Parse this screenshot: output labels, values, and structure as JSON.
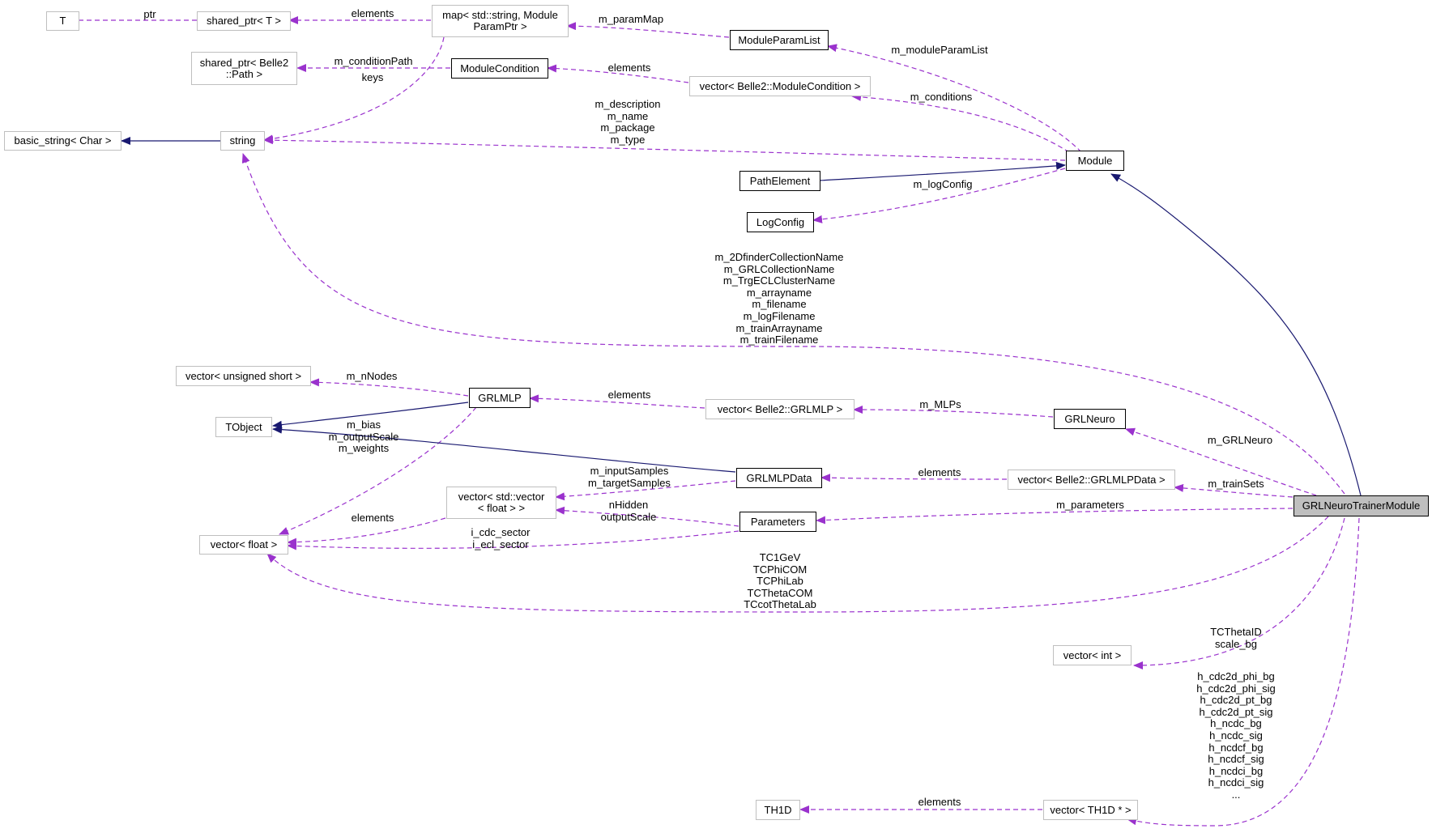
{
  "diagram": {
    "title": "GRLNeuroTrainerModule collaboration graph",
    "colors": {
      "inheritance_edge": "#191970",
      "usage_edge": "#9a32cd",
      "documented_border": "#000000",
      "undocumented_border": "#bfbfbf",
      "focus_fill": "#bfbfbf"
    },
    "nodes": {
      "T": "T",
      "shared_ptr_T": "shared_ptr< T >",
      "map_param": "map< std::string, Module\nParamPtr >",
      "ModuleParamList": "ModuleParamList",
      "shared_ptr_path": "shared_ptr< Belle2\n::Path >",
      "ModuleCondition": "ModuleCondition",
      "vector_modcond": "vector< Belle2::ModuleCondition >",
      "basic_string": "basic_string< Char >",
      "string": "string",
      "Module": "Module",
      "PathElement": "PathElement",
      "LogConfig": "LogConfig",
      "vector_ushort": "vector< unsigned short >",
      "GRLMLP": "GRLMLP",
      "vector_grlmlp": "vector< Belle2::GRLMLP >",
      "GRLNeuro": "GRLNeuro",
      "TObject": "TObject",
      "GRLMLPData": "GRLMLPData",
      "vector_grlmlpdata": "vector< Belle2::GRLMLPData >",
      "vector_vector_float": "vector< std::vector\n< float > >",
      "Parameters": "Parameters",
      "vector_float": "vector< float >",
      "GRLNeuroTrainerModule": "GRLNeuroTrainerModule",
      "vector_int": "vector< int >",
      "TH1D": "TH1D",
      "vector_th1d": "vector< TH1D * >"
    },
    "edge_labels": {
      "ptr": "ptr",
      "elements_sp": "elements",
      "m_paramMap": "m_paramMap",
      "m_moduleParamList": "m_moduleParamList",
      "m_conditionPath": "m_conditionPath",
      "elements_cond": "elements",
      "m_conditions": "m_conditions",
      "keys": "keys",
      "string_members": "m_description\nm_name\nm_package\nm_type",
      "m_logConfig": "m_logConfig",
      "string_trainer": "m_2DfinderCollectionName\nm_GRLCollectionName\nm_TrgECLClusterName\nm_arrayname\nm_filename\nm_logFilename\nm_trainArrayname\nm_trainFilename",
      "m_nNodes": "m_nNodes",
      "elements_mlp": "elements",
      "m_MLPs": "m_MLPs",
      "mlp_floats": "m_bias\nm_outputScale\nm_weights",
      "m_GRLNeuro": "m_GRLNeuro",
      "samples": "m_inputSamples\nm_targetSamples",
      "elements_data": "elements",
      "m_trainSets": "m_trainSets",
      "nHidden": "nHidden\noutputScale",
      "m_parameters": "m_parameters",
      "elements_vvf": "elements",
      "sectors": "i_cdc_sector\ni_ecl_sector",
      "tc_floats": "TC1GeV\nTCPhiCOM\nTCPhiLab\nTCThetaCOM\nTCcotThetaLab",
      "int_members": "TCThetaID\nscale_bg",
      "th1d_members": "h_cdc2d_phi_bg\nh_cdc2d_phi_sig\nh_cdc2d_pt_bg\nh_cdc2d_pt_sig\nh_ncdc_bg\nh_ncdc_sig\nh_ncdcf_bg\nh_ncdcf_sig\nh_ncdci_bg\nh_ncdci_sig\n...",
      "elements_th1d": "elements"
    }
  }
}
